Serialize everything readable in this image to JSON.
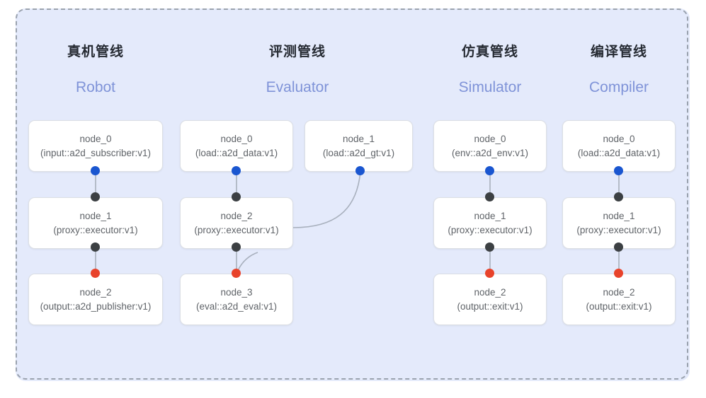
{
  "diagram": {
    "title_zh_columns": [
      "真机管线",
      "评测管线",
      "仿真管线",
      "编译管线"
    ],
    "colors": {
      "panel_background": "#e4eafb",
      "panel_border_dashed": "#9aa2ae",
      "node_background": "#ffffff",
      "node_border": "#dcdfe4",
      "node_text": "#5f6368",
      "header_zh_text": "#262b33",
      "header_en_text": "#7f93d8",
      "port_input": "#1a56d0",
      "port_link": "#3c4043",
      "port_output": "#e8432b",
      "wire": "#a8b0bd"
    },
    "columns": [
      {
        "zh": "真机管线",
        "en": "Robot",
        "nodes": [
          {
            "name": "node_0",
            "type": "(input::a2d_subscriber:v1)"
          },
          {
            "name": "node_1",
            "type": "(proxy::executor:v1)"
          },
          {
            "name": "node_2",
            "type": "(output::a2d_publisher:v1)"
          }
        ]
      },
      {
        "zh": "评测管线",
        "en": "Evaluator",
        "nodes": [
          {
            "name": "node_0",
            "type": "(load::a2d_data:v1)"
          },
          {
            "name": "node_1",
            "type": "(load::a2d_gt:v1)"
          },
          {
            "name": "node_2",
            "type": "(proxy::executor:v1)"
          },
          {
            "name": "node_3",
            "type": "(eval::a2d_eval:v1)"
          }
        ]
      },
      {
        "zh": "仿真管线",
        "en": "Simulator",
        "nodes": [
          {
            "name": "node_0",
            "type": "(env::a2d_env:v1)"
          },
          {
            "name": "node_1",
            "type": "(proxy::executor:v1)"
          },
          {
            "name": "node_2",
            "type": "(output::exit:v1)"
          }
        ]
      },
      {
        "zh": "编译管线",
        "en": "Compiler",
        "nodes": [
          {
            "name": "node_0",
            "type": "(load::a2d_data:v1)"
          },
          {
            "name": "node_1",
            "type": "(proxy::executor:v1)"
          },
          {
            "name": "node_2",
            "type": "(output::exit:v1)"
          }
        ]
      }
    ]
  }
}
